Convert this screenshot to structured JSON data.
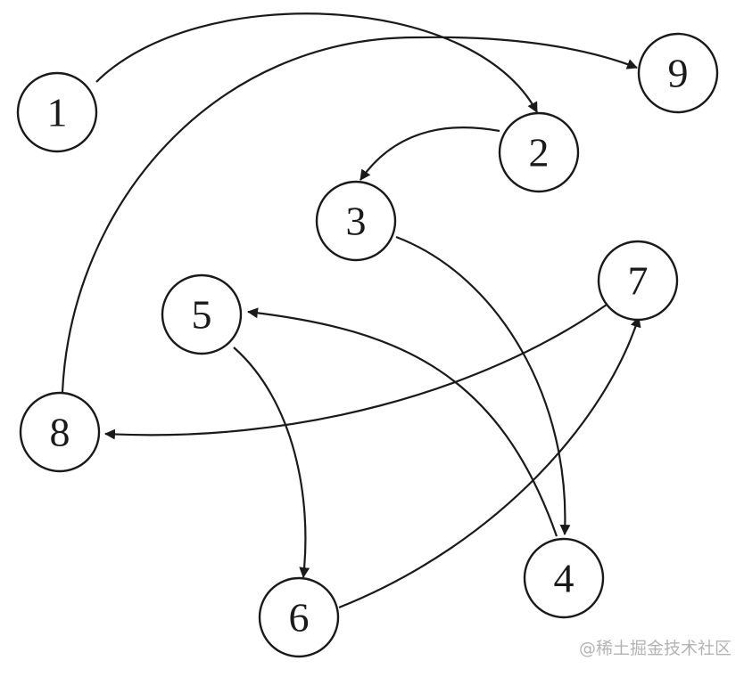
{
  "diagram": {
    "type": "directed-graph",
    "nodes": [
      {
        "id": "1",
        "label": "1"
      },
      {
        "id": "2",
        "label": "2"
      },
      {
        "id": "3",
        "label": "3"
      },
      {
        "id": "4",
        "label": "4"
      },
      {
        "id": "5",
        "label": "5"
      },
      {
        "id": "6",
        "label": "6"
      },
      {
        "id": "7",
        "label": "7"
      },
      {
        "id": "8",
        "label": "8"
      },
      {
        "id": "9",
        "label": "9"
      }
    ],
    "edges": [
      {
        "from": "1",
        "to": "2"
      },
      {
        "from": "2",
        "to": "3"
      },
      {
        "from": "3",
        "to": "4"
      },
      {
        "from": "4",
        "to": "5"
      },
      {
        "from": "5",
        "to": "6"
      },
      {
        "from": "6",
        "to": "7"
      },
      {
        "from": "7",
        "to": "8"
      },
      {
        "from": "8",
        "to": "9"
      }
    ]
  },
  "watermark": {
    "text": "@稀土掘金技术社区"
  }
}
